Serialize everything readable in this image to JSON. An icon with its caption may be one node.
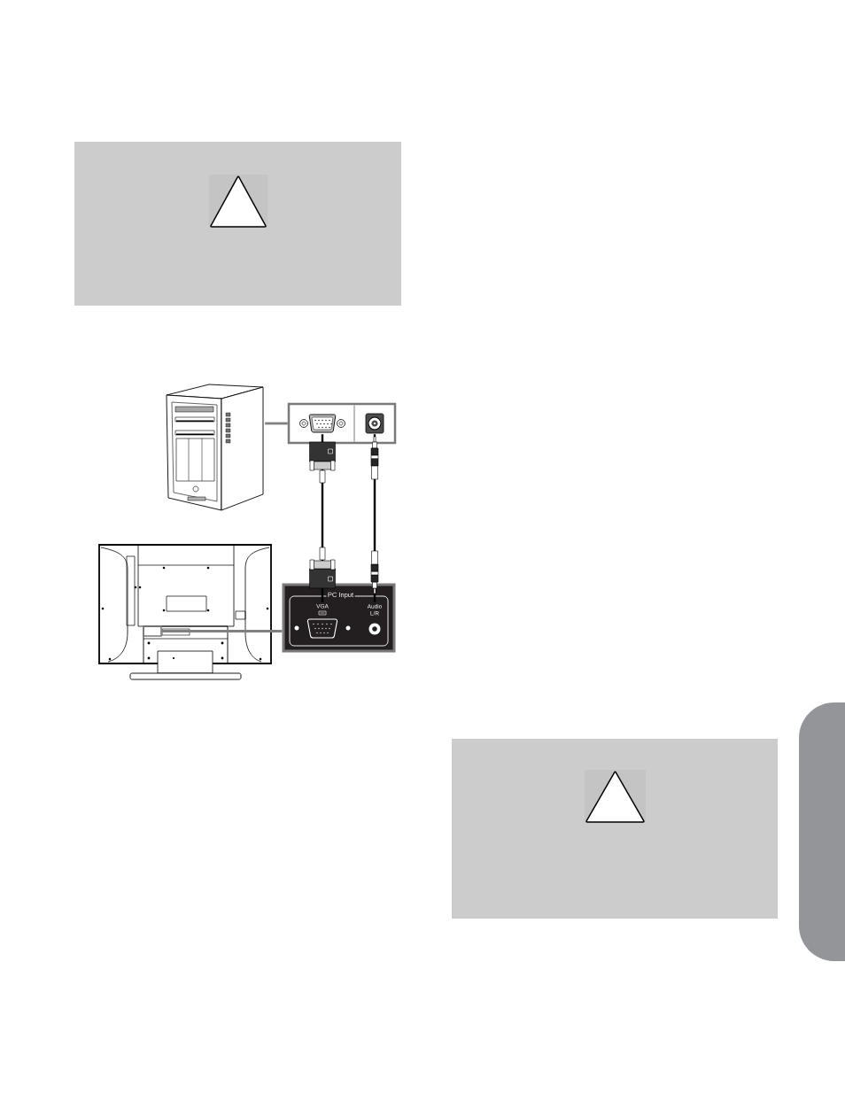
{
  "diagram": {
    "nodes": [
      {
        "text": [],
        "shape": "picture"
      },
      {
        "text": [],
        "shape": "box"
      },
      {
        "text": [],
        "shape": "picture",
        "in": 1
      },
      {
        "text": [],
        "shape": "picture",
        "in": 1
      },
      {
        "text": [],
        "shape": "picture"
      },
      {
        "text": [],
        "shape": "box",
        "in": 4
      },
      {
        "text": [
          "PC Input"
        ]
      },
      {
        "text": [
          "VGA"
        ],
        "in": 6
      },
      {
        "text": [
          "Audio L/R"
        ],
        "in": 6
      },
      {
        "text": [],
        "shape": "box"
      }
    ],
    "edges": [
      {
        "from": 0,
        "to": 1,
        "arrow": "none",
        "color": "#808080"
      },
      {
        "from": 5,
        "to": 6,
        "arrow": "none",
        "color": "#808080"
      },
      {
        "from": 2,
        "to": 7,
        "arrow": "none",
        "color": "#000000"
      },
      {
        "from": 3,
        "to": 8,
        "arrow": "other",
        "color": "#000000"
      }
    ]
  }
}
